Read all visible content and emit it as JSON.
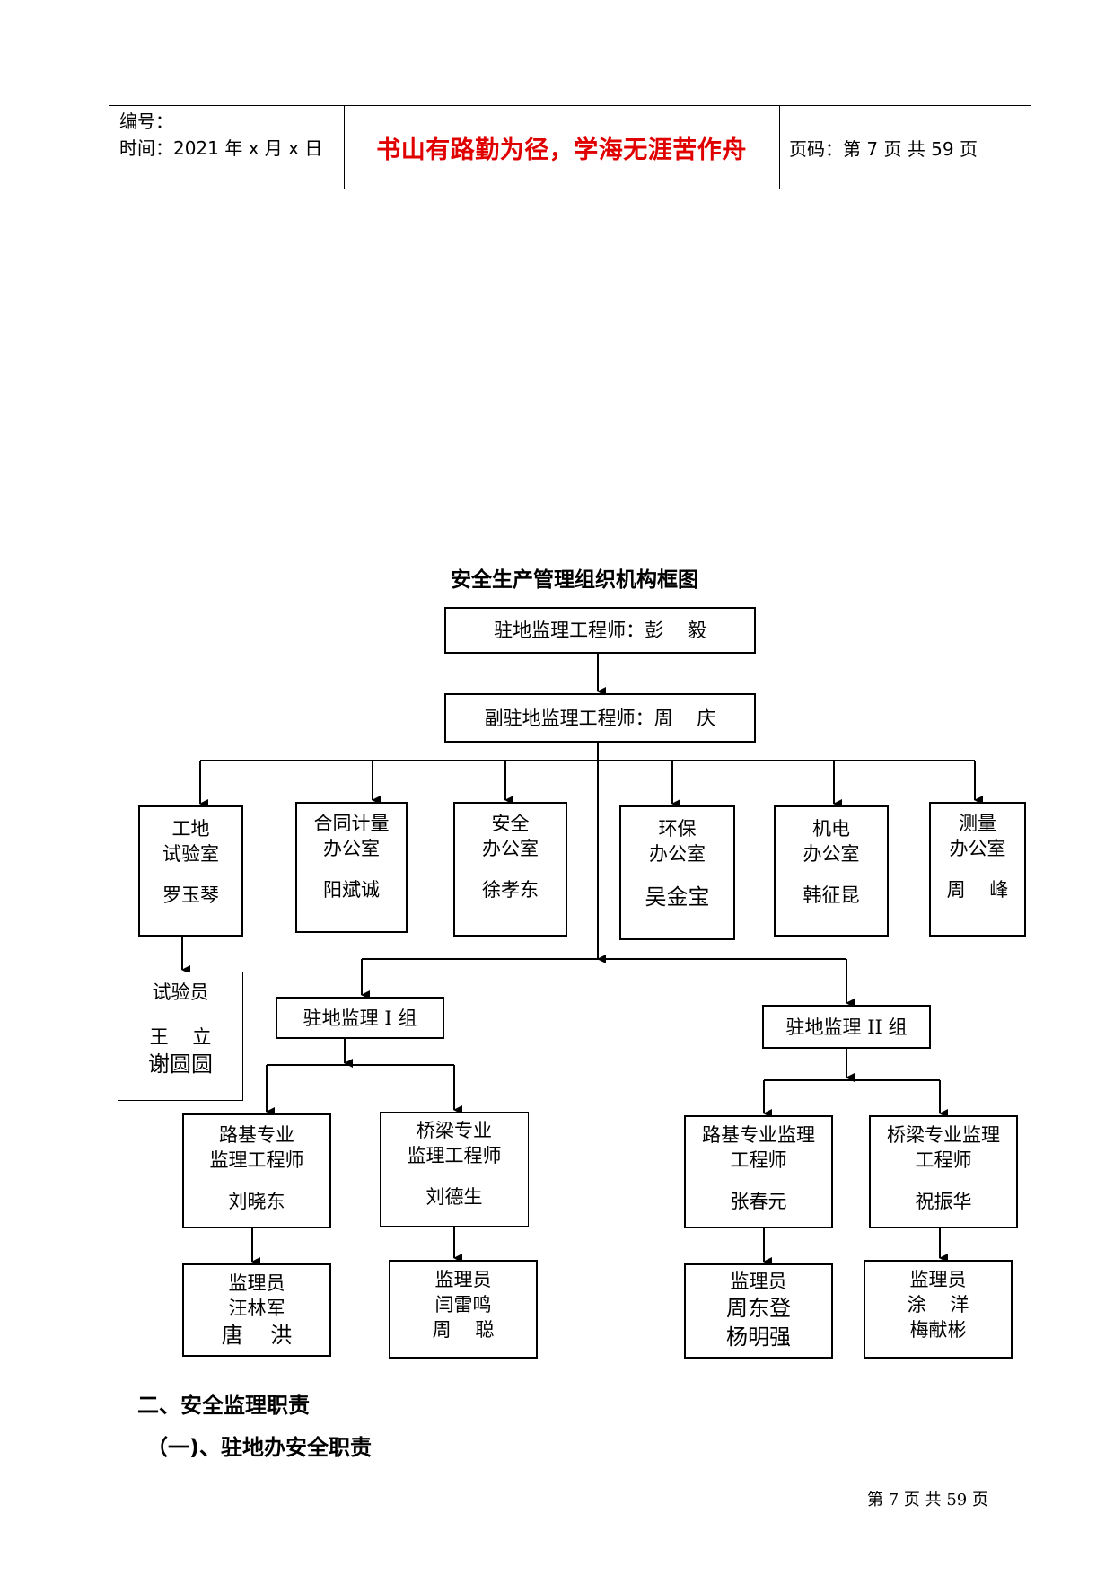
{
  "header": {
    "number_label": "编号：",
    "time_label": "时间：2021 年 x 月 x 日",
    "motto": "书山有路勤为径，学海无涯苦作舟",
    "page_label": "页码：第 7 页  共 59 页"
  },
  "chart_title": "安全生产管理组织机构框图",
  "org": {
    "chief": "驻地监理工程师：彭    毅",
    "deputy": "副驻地监理工程师：周    庆",
    "offices": [
      {
        "title": "工地\n试验室",
        "person": "罗玉琴"
      },
      {
        "title": "合同计量\n办公室",
        "person": "阳斌诚"
      },
      {
        "title": "安全\n办公室",
        "person": "徐孝东"
      },
      {
        "title": "环保\n办公室",
        "person": "吴金宝"
      },
      {
        "title": "机电\n办公室",
        "person": "韩征昆"
      },
      {
        "title": "测量\n办公室",
        "person": "周    峰"
      }
    ],
    "lab_staff": {
      "title": "试验员",
      "p1": "王    立",
      "p2": "谢圆圆"
    },
    "group1": "驻地监理 I 组",
    "group2": "驻地监理 II 组",
    "g1_roadbed": {
      "title": "路基专业\n监理工程师",
      "person": "刘晓东"
    },
    "g1_bridge": {
      "title": "桥梁专业\n监理工程师",
      "person": "刘德生"
    },
    "g2_roadbed": {
      "title": "路基专业监理\n工程师",
      "person": "张春元"
    },
    "g2_bridge": {
      "title": "桥梁专业监理\n工程师",
      "person": "祝振华"
    },
    "inspectors": [
      {
        "title": "监理员",
        "p1": "汪林军",
        "p2": "唐    洪"
      },
      {
        "title": "监理员",
        "p1": "闫雷鸣",
        "p2": "周    聪"
      },
      {
        "title": "监理员",
        "p1": "周东登",
        "p2": "杨明强"
      },
      {
        "title": "监理员",
        "p1": "涂    洋",
        "p2": "梅献彬"
      }
    ]
  },
  "sections": {
    "s2": "二、安全监理职责",
    "s2_1": "（一)、驻地办安全职责"
  },
  "footer": "第  7  页  共  59  页"
}
